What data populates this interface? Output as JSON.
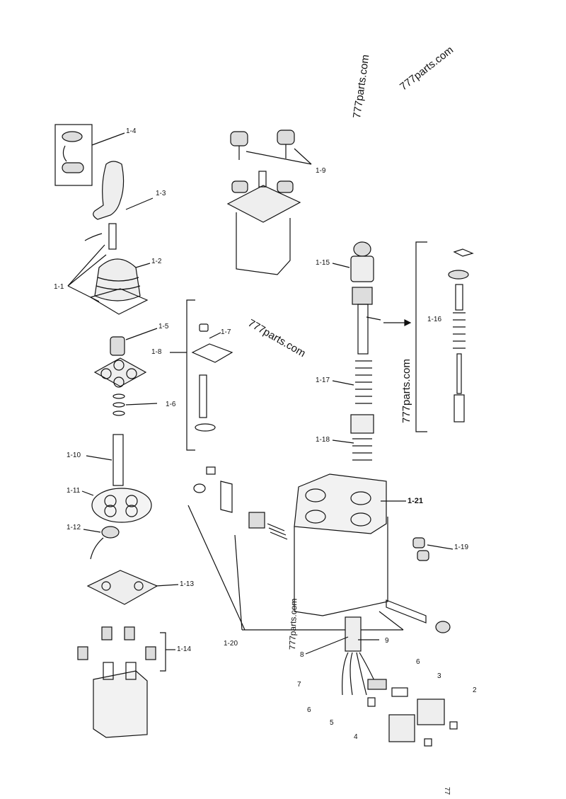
{
  "labels": {
    "l1_1": "1-1",
    "l1_2": "1-2",
    "l1_3": "1-3",
    "l1_4": "1-4",
    "l1_5": "1-5",
    "l1_6": "1-6",
    "l1_7": "1-7",
    "l1_8": "1-8",
    "l1_9": "1-9",
    "l1_10": "1-10",
    "l1_11": "1-11",
    "l1_12": "1-12",
    "l1_13": "1-13",
    "l1_14": "1-14",
    "l1_15": "1-15",
    "l1_16": "1-16",
    "l1_17": "1-17",
    "l1_18": "1-18",
    "l1_19": "1-19",
    "l1_20": "1-20",
    "l1_21": "1-21",
    "n2": "2",
    "n3": "3",
    "n4": "4",
    "n5": "5",
    "n6a": "6",
    "n6b": "6",
    "n7": "7",
    "n8": "8",
    "n9": "9"
  },
  "watermarks": {
    "w1": "777parts.com",
    "w2": "777parts.com",
    "w3": "777parts.com",
    "w4": "777parts.com",
    "w5": "777parts.com"
  },
  "corner_mark": "77",
  "colors": {
    "line": "#111111",
    "background": "#ffffff",
    "shade": "#dddddd"
  }
}
